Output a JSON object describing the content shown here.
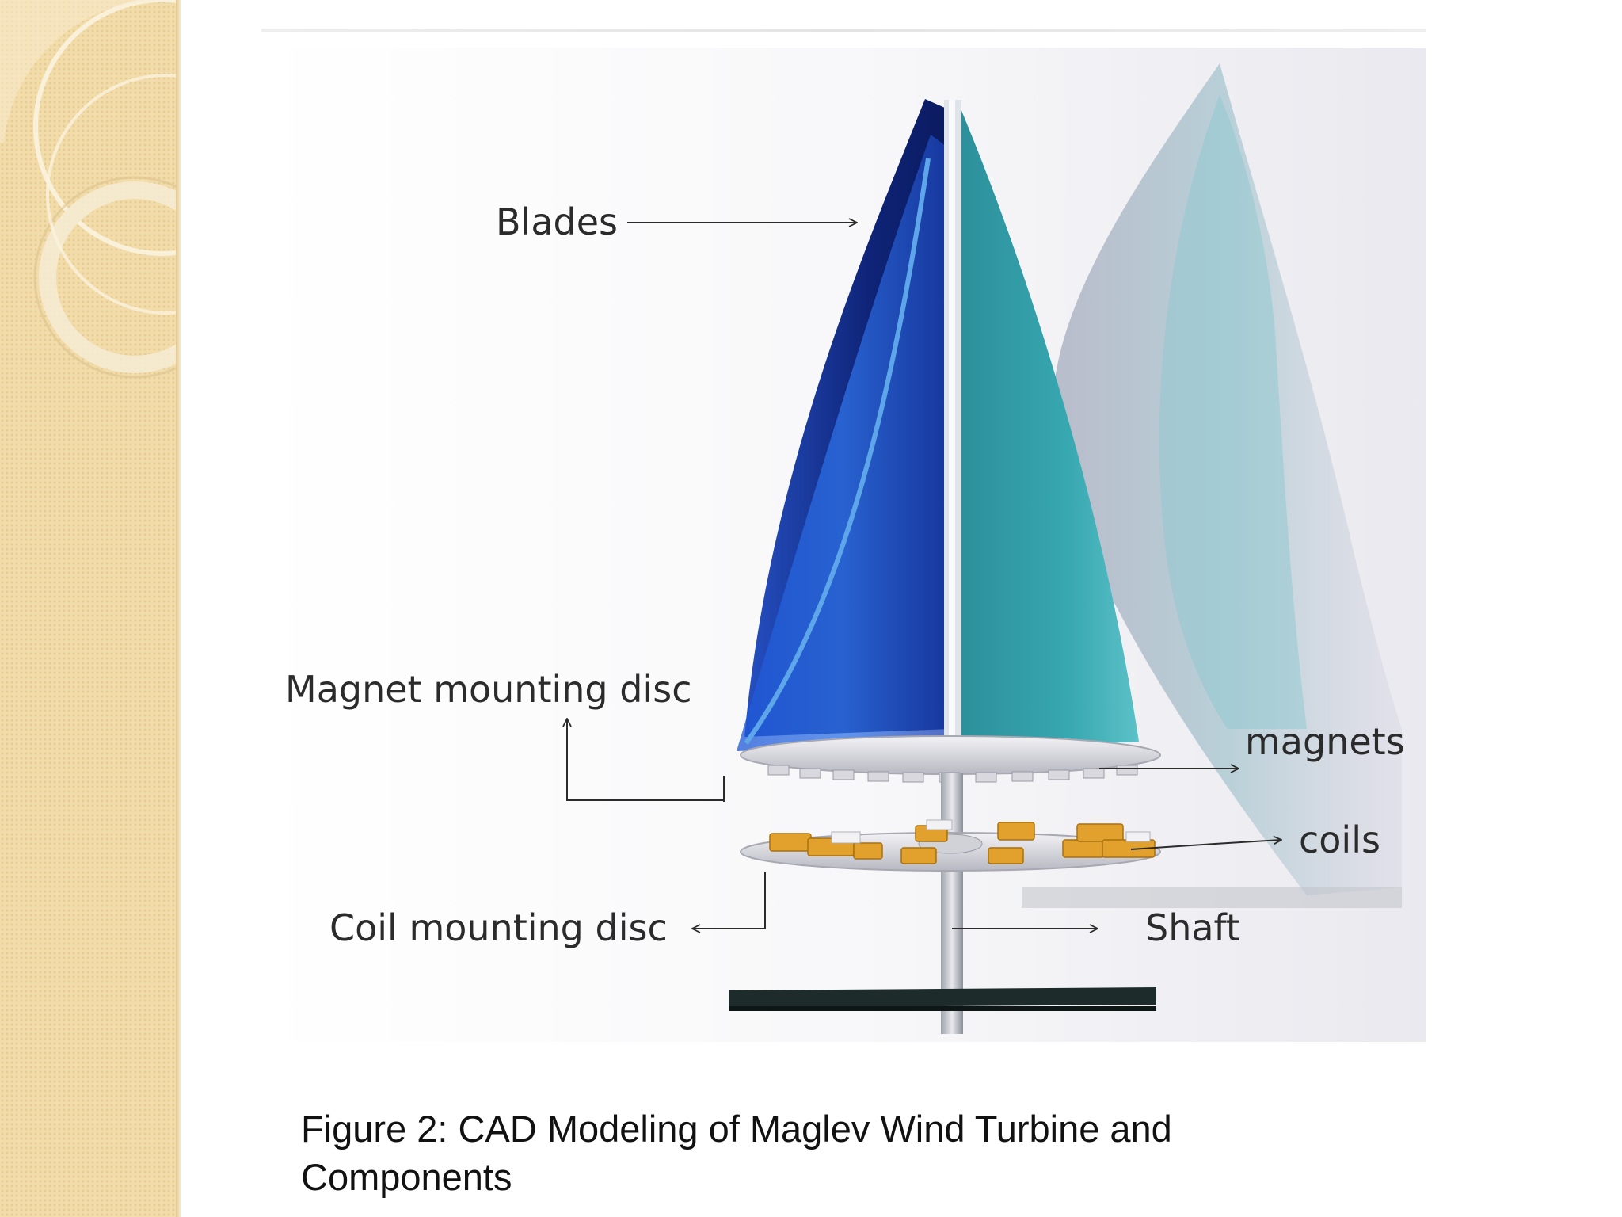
{
  "slide": {
    "caption": "Figure 2:  CAD Modeling of Maglev Wind Turbine and Components",
    "accent_colors": {
      "panel": "#f1dcaa",
      "blade_dark": "#0f2478",
      "blade_teal": "#2f9aa3"
    }
  },
  "diagram": {
    "labels": {
      "blades": "Blades",
      "magnet_disc": "Magnet mounting disc",
      "magnets": "magnets",
      "coils": "coils",
      "coil_disc": "Coil mounting disc",
      "shaft": "Shaft"
    }
  }
}
